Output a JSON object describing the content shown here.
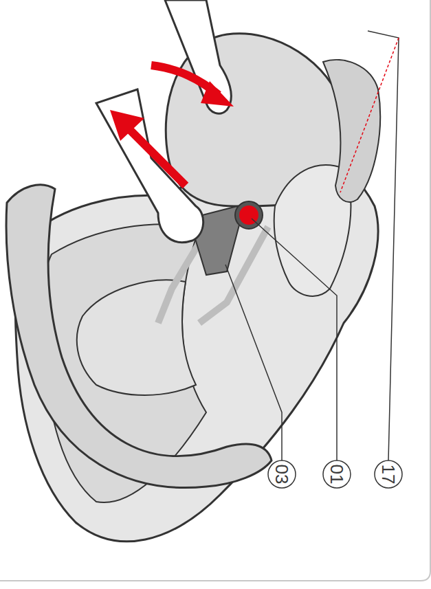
{
  "diagram": {
    "labels": [
      "03",
      "01",
      "17"
    ]
  }
}
